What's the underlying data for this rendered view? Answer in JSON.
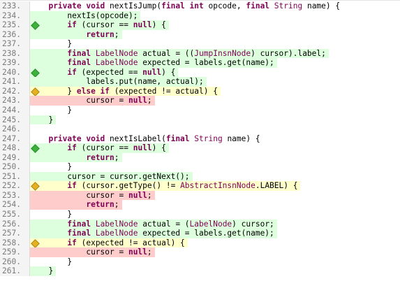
{
  "colors": {
    "fully_covered": "#ddffdd",
    "partly_covered": "#ffffcc",
    "not_covered": "#ffcccc",
    "diamond_green": "#3bb33b",
    "diamond_yellow": "#e6b020",
    "keyword": "#7f0055"
  },
  "lines": [
    {
      "num": "233.",
      "indent": "    ",
      "status": "",
      "marker": "",
      "tokens": [
        [
          "kw",
          "private void"
        ],
        [
          "t",
          " nextIsJump("
        ],
        [
          "kw",
          "final int"
        ],
        [
          "t",
          " opcode, "
        ],
        [
          "kw",
          "final"
        ],
        [
          "t",
          " "
        ],
        [
          "ty",
          "String"
        ],
        [
          "t",
          " name) {"
        ]
      ]
    },
    {
      "num": "234.",
      "indent": "        ",
      "status": "fc",
      "marker": "",
      "tokens": [
        [
          "t",
          "nextIs(opcode);"
        ]
      ]
    },
    {
      "num": "235.",
      "indent": "        ",
      "status": "fc",
      "marker": "green-diamond-icon",
      "tokens": [
        [
          "kw",
          "if"
        ],
        [
          "t",
          " (cursor == "
        ],
        [
          "kw",
          "null"
        ],
        [
          "t",
          ") {"
        ]
      ]
    },
    {
      "num": "236.",
      "indent": "            ",
      "status": "fc",
      "marker": "",
      "tokens": [
        [
          "kw",
          "return"
        ],
        [
          "t",
          ";"
        ]
      ]
    },
    {
      "num": "237.",
      "indent": "        ",
      "status": "",
      "marker": "",
      "tokens": [
        [
          "t",
          "}"
        ]
      ]
    },
    {
      "num": "238.",
      "indent": "        ",
      "status": "fc",
      "marker": "",
      "tokens": [
        [
          "kw",
          "final"
        ],
        [
          "t",
          " "
        ],
        [
          "ty",
          "LabelNode"
        ],
        [
          "t",
          " actual = (("
        ],
        [
          "ty",
          "JumpInsnNode"
        ],
        [
          "t",
          ") cursor).label;"
        ]
      ]
    },
    {
      "num": "239.",
      "indent": "        ",
      "status": "fc",
      "marker": "",
      "tokens": [
        [
          "kw",
          "final"
        ],
        [
          "t",
          " "
        ],
        [
          "ty",
          "LabelNode"
        ],
        [
          "t",
          " expected = labels.get(name);"
        ]
      ]
    },
    {
      "num": "240.",
      "indent": "        ",
      "status": "fc",
      "marker": "green-diamond-icon",
      "tokens": [
        [
          "kw",
          "if"
        ],
        [
          "t",
          " (expected == "
        ],
        [
          "kw",
          "null"
        ],
        [
          "t",
          ") {"
        ]
      ]
    },
    {
      "num": "241.",
      "indent": "            ",
      "status": "fc",
      "marker": "",
      "tokens": [
        [
          "t",
          "labels.put(name, actual);"
        ]
      ]
    },
    {
      "num": "242.",
      "indent": "        ",
      "status": "pc",
      "marker": "yellow-diamond-icon",
      "tokens": [
        [
          "t",
          "} "
        ],
        [
          "kw",
          "else if"
        ],
        [
          "t",
          " (expected != actual) {"
        ]
      ]
    },
    {
      "num": "243.",
      "indent": "            ",
      "status": "nc",
      "marker": "",
      "tokens": [
        [
          "t",
          "cursor = "
        ],
        [
          "kw",
          "null"
        ],
        [
          "t",
          ";"
        ]
      ]
    },
    {
      "num": "244.",
      "indent": "        ",
      "status": "",
      "marker": "",
      "tokens": [
        [
          "t",
          "}"
        ]
      ]
    },
    {
      "num": "245.",
      "indent": "    ",
      "status": "fc",
      "marker": "",
      "tokens": [
        [
          "t",
          "}"
        ]
      ]
    },
    {
      "num": "246.",
      "indent": "",
      "status": "",
      "marker": "",
      "tokens": []
    },
    {
      "num": "247.",
      "indent": "    ",
      "status": "",
      "marker": "",
      "tokens": [
        [
          "kw",
          "private void"
        ],
        [
          "t",
          " nextIsLabel("
        ],
        [
          "kw",
          "final"
        ],
        [
          "t",
          " "
        ],
        [
          "ty",
          "String"
        ],
        [
          "t",
          " name) {"
        ]
      ]
    },
    {
      "num": "248.",
      "indent": "        ",
      "status": "fc",
      "marker": "green-diamond-icon",
      "tokens": [
        [
          "kw",
          "if"
        ],
        [
          "t",
          " (cursor == "
        ],
        [
          "kw",
          "null"
        ],
        [
          "t",
          ") {"
        ]
      ]
    },
    {
      "num": "249.",
      "indent": "            ",
      "status": "fc",
      "marker": "",
      "tokens": [
        [
          "kw",
          "return"
        ],
        [
          "t",
          ";"
        ]
      ]
    },
    {
      "num": "250.",
      "indent": "        ",
      "status": "",
      "marker": "",
      "tokens": [
        [
          "t",
          "}"
        ]
      ]
    },
    {
      "num": "251.",
      "indent": "        ",
      "status": "fc",
      "marker": "",
      "tokens": [
        [
          "t",
          "cursor = cursor.getNext();"
        ]
      ]
    },
    {
      "num": "252.",
      "indent": "        ",
      "status": "pc",
      "marker": "yellow-diamond-icon",
      "tokens": [
        [
          "kw",
          "if"
        ],
        [
          "t",
          " (cursor.getType() != "
        ],
        [
          "ty",
          "AbstractInsnNode"
        ],
        [
          "t",
          ".LABEL) {"
        ]
      ]
    },
    {
      "num": "253.",
      "indent": "            ",
      "status": "nc",
      "marker": "",
      "tokens": [
        [
          "t",
          "cursor = "
        ],
        [
          "kw",
          "null"
        ],
        [
          "t",
          ";"
        ]
      ]
    },
    {
      "num": "254.",
      "indent": "            ",
      "status": "nc",
      "marker": "",
      "tokens": [
        [
          "kw",
          "return"
        ],
        [
          "t",
          ";"
        ]
      ]
    },
    {
      "num": "255.",
      "indent": "        ",
      "status": "",
      "marker": "",
      "tokens": [
        [
          "t",
          "}"
        ]
      ]
    },
    {
      "num": "256.",
      "indent": "        ",
      "status": "fc",
      "marker": "",
      "tokens": [
        [
          "kw",
          "final"
        ],
        [
          "t",
          " "
        ],
        [
          "ty",
          "LabelNode"
        ],
        [
          "t",
          " actual = ("
        ],
        [
          "ty",
          "LabelNode"
        ],
        [
          "t",
          ") cursor;"
        ]
      ]
    },
    {
      "num": "257.",
      "indent": "        ",
      "status": "fc",
      "marker": "",
      "tokens": [
        [
          "kw",
          "final"
        ],
        [
          "t",
          " "
        ],
        [
          "ty",
          "LabelNode"
        ],
        [
          "t",
          " expected = labels.get(name);"
        ]
      ]
    },
    {
      "num": "258.",
      "indent": "        ",
      "status": "pc",
      "marker": "yellow-diamond-icon",
      "tokens": [
        [
          "kw",
          "if"
        ],
        [
          "t",
          " (expected != actual) {"
        ]
      ]
    },
    {
      "num": "259.",
      "indent": "            ",
      "status": "nc",
      "marker": "",
      "tokens": [
        [
          "t",
          "cursor = "
        ],
        [
          "kw",
          "null"
        ],
        [
          "t",
          ";"
        ]
      ]
    },
    {
      "num": "260.",
      "indent": "        ",
      "status": "",
      "marker": "",
      "tokens": [
        [
          "t",
          "}"
        ]
      ]
    },
    {
      "num": "261.",
      "indent": "    ",
      "status": "fc",
      "marker": "",
      "tokens": [
        [
          "t",
          "}"
        ]
      ]
    }
  ]
}
